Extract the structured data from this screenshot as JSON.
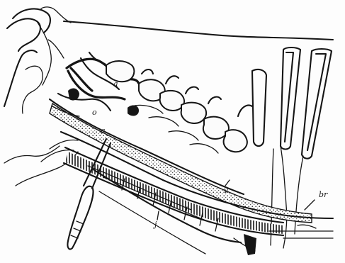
{
  "figure": {
    "labels": {
      "a": "a",
      "o": "o",
      "c": "c",
      "v": "v",
      "j": "j",
      "br": "br"
    }
  }
}
